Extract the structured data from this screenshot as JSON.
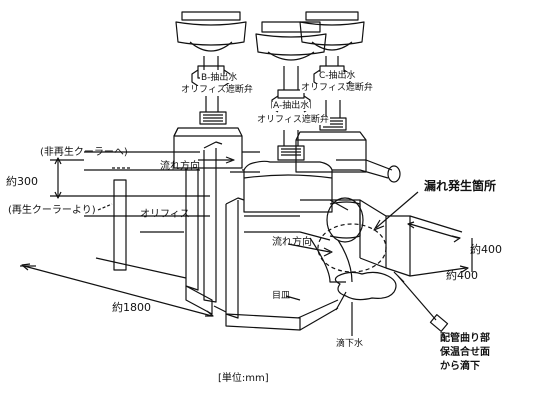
{
  "labels": {
    "valve_b_line1": "B-抽出水",
    "valve_b_line2": "オリフィス遮断弁",
    "valve_c_line1": "C-抽出水",
    "valve_c_line2": "オリフィス遮断弁",
    "valve_a_line1": "A-抽出水",
    "valve_a_line2": "オリフィス遮断弁",
    "non_regen_cooler": "(非再生クーラーへ)",
    "flow_direction_upper": "流れ方向",
    "approx_300": "約300",
    "regen_cooler": "(再生クーラーより)",
    "orifice": "オリフィス",
    "leak_location": "漏れ発生箇所",
    "flow_direction_lower": "流れ方向",
    "approx_400_upper": "約400",
    "approx_400_lower": "約400",
    "gasket": "目皿",
    "approx_1800": "約1800",
    "dripping_water": "滴下水",
    "pipe_bend_line1": "配管曲り部",
    "pipe_bend_line2": "保温合せ面",
    "pipe_bend_line3": "から滴下",
    "unit": "[単位:mm]"
  },
  "colors": {
    "ink": "#111111",
    "paper": "#ffffff"
  }
}
